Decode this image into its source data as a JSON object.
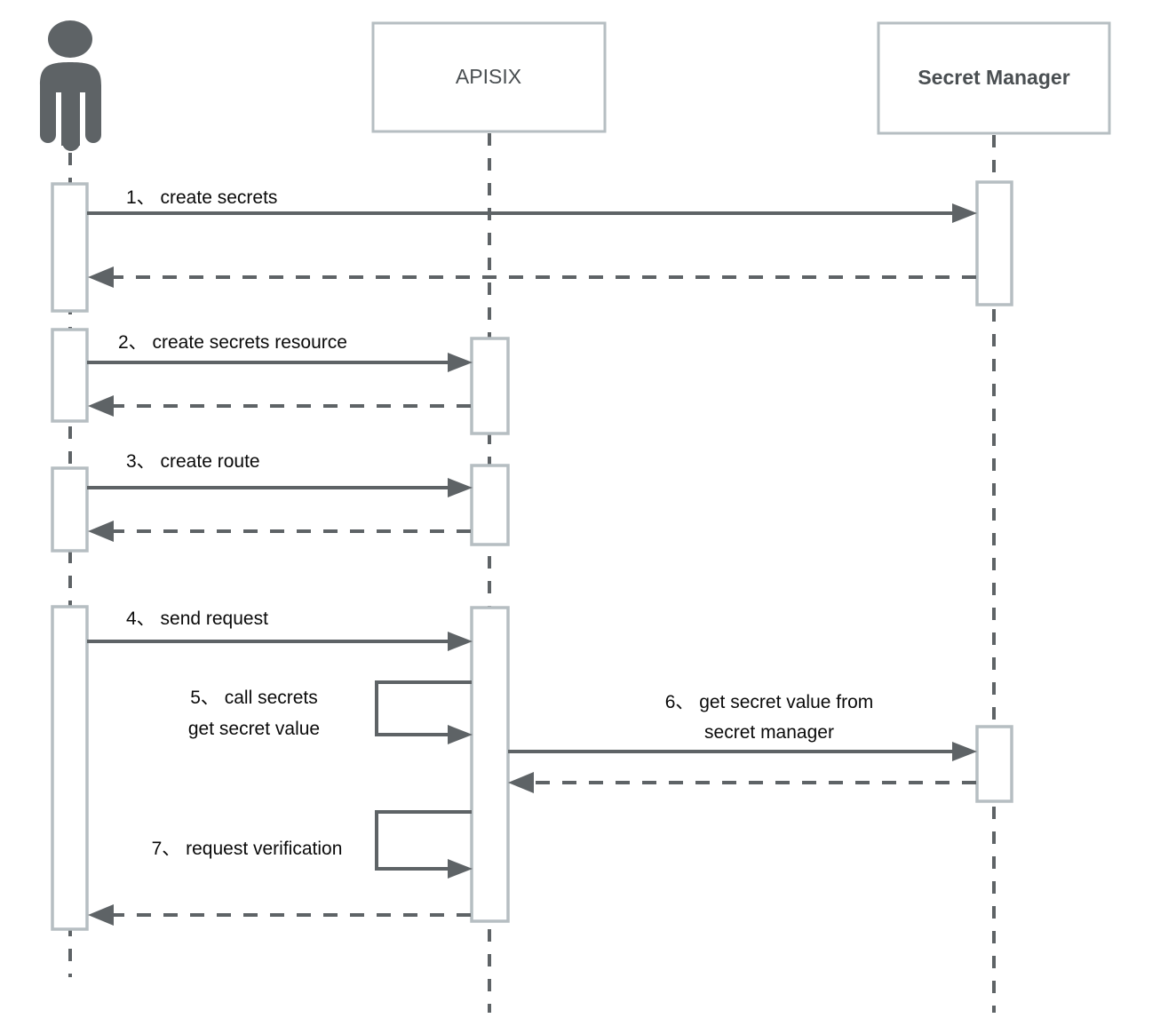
{
  "diagram": {
    "type": "uml-sequence-diagram",
    "title": "APISIX Secret Manager sequence",
    "colors": {
      "box_stroke": "#b6bec2",
      "line": "#5e6366",
      "participant_text": "#4a4f52",
      "message_text": "#0a0a0a",
      "background": "#ffffff",
      "actor_fill": "#5e6366"
    },
    "participants": [
      {
        "id": "user",
        "label": "",
        "kind": "actor-icon",
        "icon": "person-icon"
      },
      {
        "id": "apisix",
        "label": "APISIX",
        "kind": "box",
        "bold": false
      },
      {
        "id": "secret_manager",
        "label": "Secret Manager",
        "kind": "box",
        "bold": true
      }
    ],
    "messages": [
      {
        "num": "1",
        "sep": "、",
        "text": "create secrets",
        "from": "user",
        "to": "secret_manager",
        "style": "solid",
        "label": "1、 create secrets"
      },
      {
        "num": "",
        "sep": "",
        "text": "",
        "from": "secret_manager",
        "to": "user",
        "style": "dashed",
        "label": ""
      },
      {
        "num": "2",
        "sep": "、",
        "text": "create secrets resource",
        "from": "user",
        "to": "apisix",
        "style": "solid",
        "label": "2、 create secrets resource"
      },
      {
        "num": "",
        "sep": "",
        "text": "",
        "from": "apisix",
        "to": "user",
        "style": "dashed",
        "label": ""
      },
      {
        "num": "3",
        "sep": "、",
        "text": "create route",
        "from": "user",
        "to": "apisix",
        "style": "solid",
        "label": "3、 create route"
      },
      {
        "num": "",
        "sep": "",
        "text": "",
        "from": "apisix",
        "to": "user",
        "style": "dashed",
        "label": ""
      },
      {
        "num": "4",
        "sep": "、",
        "text": "send request",
        "from": "user",
        "to": "apisix",
        "style": "solid",
        "label": "4、 send request"
      },
      {
        "num": "5",
        "sep": "、",
        "text": "call secrets get secret value",
        "from": "apisix",
        "to": "apisix",
        "style": "self",
        "label_line1": "5、 call secrets",
        "label_line2": "get secret value"
      },
      {
        "num": "6",
        "sep": "、",
        "text": "get secret value from secret manager",
        "from": "apisix",
        "to": "secret_manager",
        "style": "solid",
        "label_line1": "6、 get secret value from",
        "label_line2": "secret manager"
      },
      {
        "num": "",
        "sep": "",
        "text": "",
        "from": "secret_manager",
        "to": "apisix",
        "style": "dashed",
        "label": ""
      },
      {
        "num": "7",
        "sep": "、",
        "text": "request verification",
        "from": "apisix",
        "to": "apisix",
        "style": "self",
        "label_line1": "7、 request verification",
        "label_line2": ""
      },
      {
        "num": "",
        "sep": "",
        "text": "",
        "from": "apisix",
        "to": "user",
        "style": "dashed",
        "label": ""
      }
    ],
    "labels": {
      "msg1": "1、 create secrets",
      "msg2": "2、 create secrets resource",
      "msg3": "3、 create route",
      "msg4": "4、 send request",
      "msg5_line1": "5、 call secrets",
      "msg5_line2": "get secret value",
      "msg6_line1": "6、 get secret value from",
      "msg6_line2": "secret manager",
      "msg7": "7、 request verification",
      "apisix": "APISIX",
      "secret_manager": "Secret Manager"
    }
  }
}
